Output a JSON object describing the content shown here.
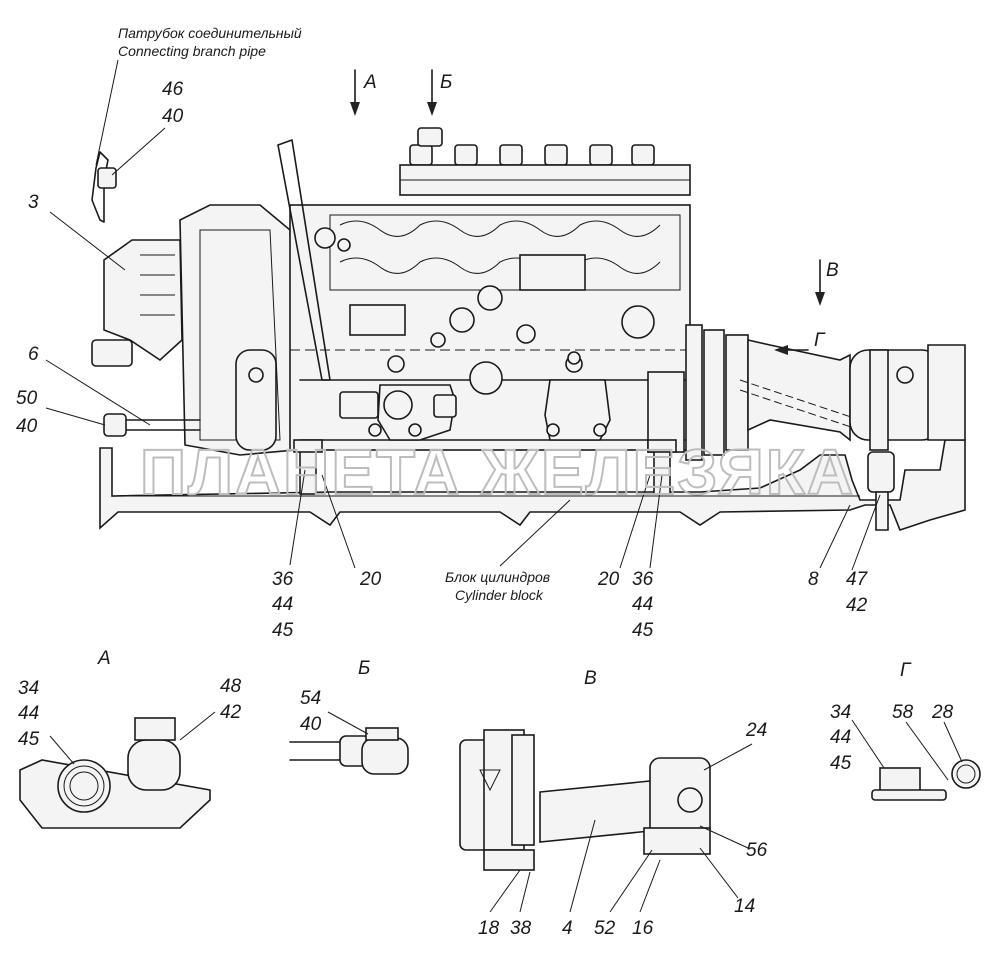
{
  "captions": {
    "branch_pipe_ru": "Патрубок соединительный",
    "branch_pipe_en": "Connecting branch pipe",
    "cyl_block_ru": "Блок цилиндров",
    "cyl_block_en": "Cylinder block"
  },
  "views": {
    "A": "А",
    "B": "Б",
    "V": "В",
    "G": "Г"
  },
  "watermark": "ПЛАНЕТА ЖЕЛЕЗЯКА",
  "callouts": {
    "main": {
      "p46": "46",
      "p40a": "40",
      "p3": "3",
      "p6": "6",
      "p50": "50",
      "p40b": "40",
      "p36a": "36",
      "p44a": "44",
      "p45a": "45",
      "p20a": "20",
      "p20b": "20",
      "p36b": "36",
      "p44b": "44",
      "p45b": "45",
      "p8": "8",
      "p47": "47",
      "p42": "42"
    },
    "view_a": {
      "p34": "34",
      "p44": "44",
      "p45": "45",
      "p48": "48",
      "p42": "42"
    },
    "view_b": {
      "p54": "54",
      "p40": "40"
    },
    "view_v": {
      "p24": "24",
      "p56": "56",
      "p14": "14",
      "p18": "18",
      "p38": "38",
      "p4": "4",
      "p52": "52",
      "p16": "16"
    },
    "view_g": {
      "p34": "34",
      "p44": "44",
      "p45": "45",
      "p58": "58",
      "p28": "28"
    }
  }
}
